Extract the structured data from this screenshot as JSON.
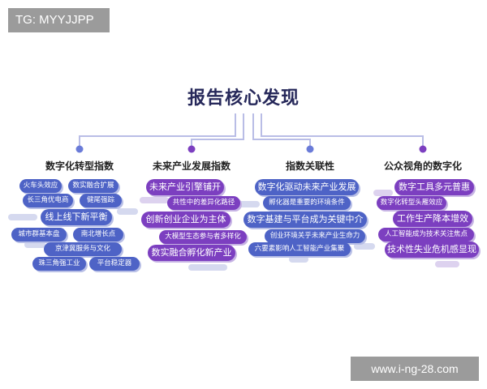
{
  "watermark_top": "TG: MYYJJPP",
  "watermark_bottom": "www.i-ng-28.com",
  "title": "报告核心发现",
  "columns": [
    {
      "heading": "数字化转型指数",
      "items": [
        "火车头效应",
        "数实融合扩展",
        "长三角优电商",
        "健尾强踪",
        "线上线下新平衡",
        "城市群基本盘",
        "南北增长点",
        "京津冀服务与文化",
        "珠三角强工业",
        "平台稳定器"
      ]
    },
    {
      "heading": "未来产业发展指数",
      "items": [
        "未来产业引擎铺开",
        "共性中的差异化路径",
        "创新创业企业为主体",
        "大模型生态参与者多样化",
        "数实融合孵化新产业"
      ]
    },
    {
      "heading": "指数关联性",
      "items": [
        "数字化驱动未来产业发展",
        "孵化器是重要的环境条件",
        "数字基建与平台成为关键中介",
        "创业环境关乎未来产业生命力",
        "六要素影响人工智能产业集聚"
      ]
    },
    {
      "heading": "公众视角的数字化",
      "items": [
        "数字工具多元普惠",
        "数字化转型头雁效应",
        "工作生产降本增效",
        "人工智能成为技术关注焦点",
        "技术性失业危机感显现"
      ]
    }
  ],
  "colors": {
    "title": "#26285a",
    "blue": "#4e63c6",
    "purple": "#7c3fc0",
    "connector": "#b9bde6"
  }
}
